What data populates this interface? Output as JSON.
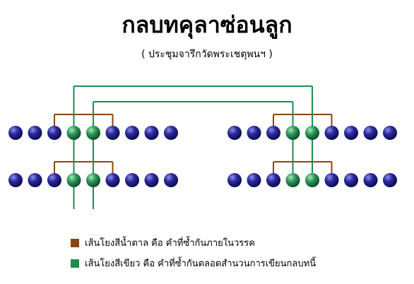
{
  "title": "กลบทคุลาซ่อนลูก",
  "subtitle": "( ประชุมจารึกวัดพระเชตุพนฯ )",
  "colors": {
    "ball": "#25258f",
    "ball_highlight": "#2e8b57",
    "brown_line": "#8b4513",
    "green_line": "#1e8c50",
    "background": "#ffffff"
  },
  "legend": [
    {
      "color": "#8b4513",
      "text": "เส้นโยงสีน้ำตาล  คือ  คำที่ซ้ำกันภายในวรรค"
    },
    {
      "color": "#1e8c50",
      "text": "เส้นโยงสีเขียว  คือ  คำที่ซ้ำกันตลอดสำนวนการเขียนกลบทนี้"
    }
  ],
  "diagram": {
    "rows": 2,
    "groups_per_row": 2,
    "words_per_group": 9,
    "green_word_positions": [
      4,
      5
    ],
    "brown_link_positions": [
      3,
      4,
      6
    ]
  }
}
